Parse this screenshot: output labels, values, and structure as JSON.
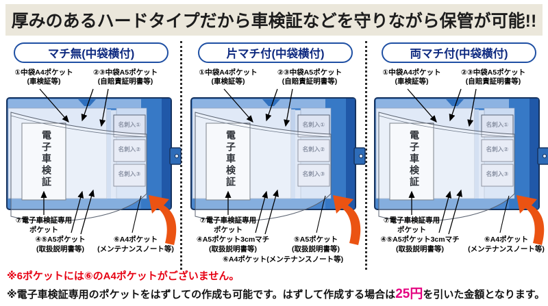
{
  "banner": {
    "text": "厚みのあるハードタイプだから車検証などを守りながら保管が可能!!"
  },
  "colors": {
    "banner_bg": "#ebe7db",
    "header_border": "#1e4fa3",
    "header_text": "#0e2a80",
    "cover_blue": "#4c88cf",
    "spine_blue": "#3779c6",
    "edge_navy": "#2058a8",
    "page_light": "#e0e9f7",
    "note_red": "#e60012",
    "price_pink": "#e4007f",
    "arrow_orange": "#eb5312"
  },
  "diagram": {
    "vertical_label": "電子車検証",
    "slots": [
      "名刺入①",
      "名刺入②",
      "名刺入③"
    ]
  },
  "panels": [
    {
      "title": "マチ無(中袋横付)",
      "top_labels": [
        {
          "l1": "①中袋A4ポケット",
          "l2": "(車検証等)"
        },
        {
          "l1": "②③中袋A5ポケット",
          "l2": "(自賠責証明書等)"
        }
      ],
      "label7": {
        "l1": "⑦電子車検証専用",
        "l2": "ポケット"
      },
      "bottom_labels": [
        {
          "l1": "④⑤A5ポケット",
          "l2": "(取扱説明書等)"
        },
        {
          "l1": "⑥A4ポケット",
          "l2": "(メンテナンスノート等)"
        }
      ]
    },
    {
      "title": "片マチ付(中袋横付)",
      "top_labels": [
        {
          "l1": "①中袋A4ポケット",
          "l2": "(車検証等)"
        },
        {
          "l1": "②③中袋A5ポケット",
          "l2": "(自賠責証明書等)"
        }
      ],
      "label7": {
        "l1": "⑦電子車検証専用",
        "l2": "ポケット"
      },
      "bottom_labels": [
        {
          "l1": "④A5ポケット3cmマチ",
          "l2": "(取扱説明書等)"
        },
        {
          "l1": "⑤A5ポケット",
          "l2": "(取扱説明書等)"
        }
      ],
      "extra_label": "⑥A4ポケット(メンテナンスノート等)"
    },
    {
      "title": "両マチ付(中袋横付)",
      "top_labels": [
        {
          "l1": "①中袋A4ポケット",
          "l2": "(車検証等)"
        },
        {
          "l1": "②③中袋A5ポケット",
          "l2": "(自賠責証明書等)"
        }
      ],
      "label7": {
        "l1": "⑦電子車検証専用",
        "l2": "ポケット"
      },
      "bottom_labels": [
        {
          "l1": "④⑤A5ポケット3cmマチ",
          "l2": "(取扱説明書等)"
        },
        {
          "l1": "⑥A4ポケット",
          "l2": "(メンテナンスノート等)"
        }
      ]
    }
  ],
  "notes": {
    "line1": "※6ポケットには⑥のA4ポケットがございません。",
    "line2_prefix": "※電子車検証専用のポケットをはずしての作成も可能です。はずして作成する場合は",
    "line2_highlight": "25円",
    "line2_suffix": "を引いた金額となります。"
  }
}
